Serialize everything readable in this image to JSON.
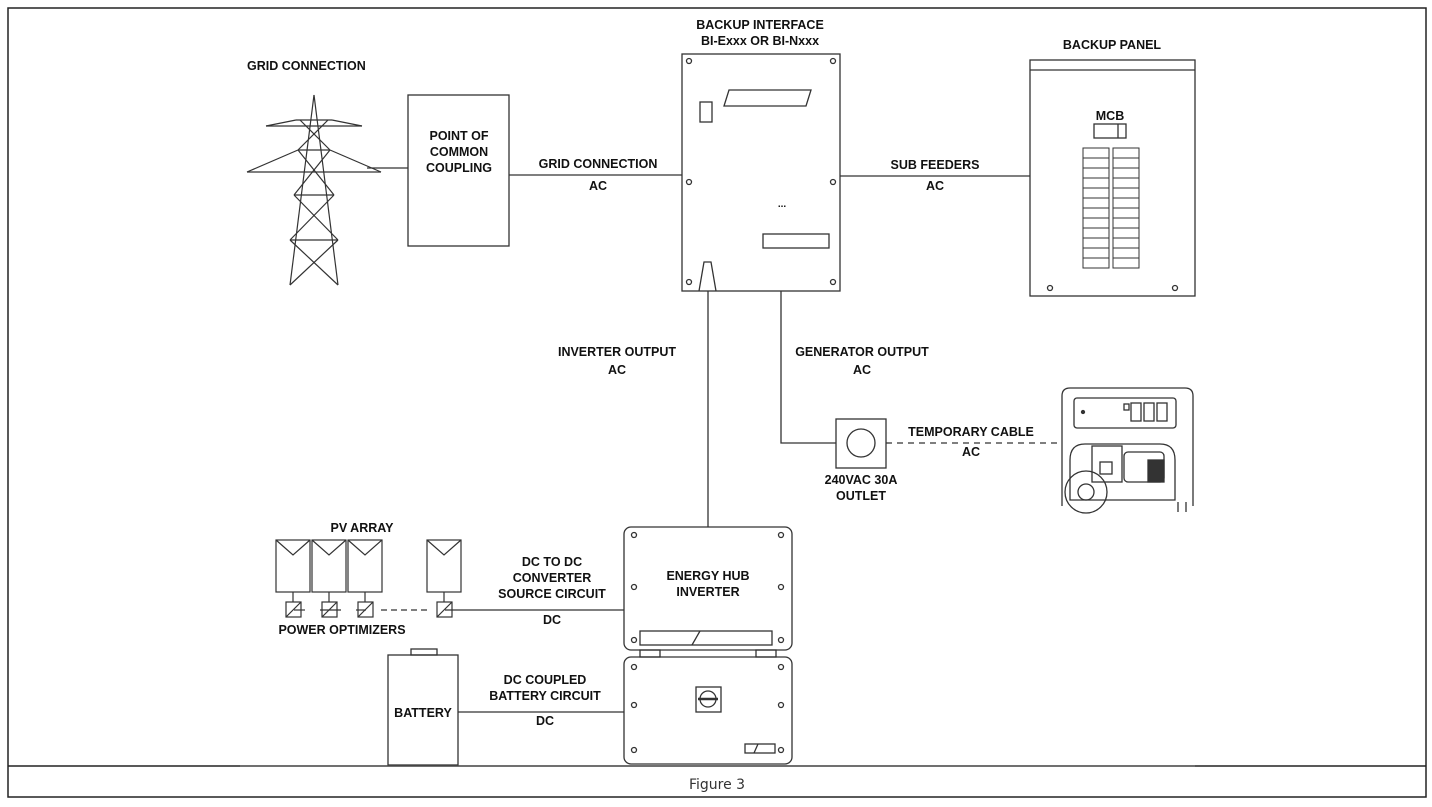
{
  "labels": {
    "grid_connection_title": "GRID CONNECTION",
    "pcc_line1": "POINT OF",
    "pcc_line2": "COMMON",
    "pcc_line3": "COUPLING",
    "grid_ac_line1": "GRID CONNECTION",
    "grid_ac_line2": "AC",
    "backup_interface_line1": "BACKUP INTERFACE",
    "backup_interface_line2": "BI-Exxx OR BI-Nxxx",
    "backup_panel": "BACKUP PANEL",
    "mcb": "MCB",
    "sub_feeders_line1": "SUB FEEDERS",
    "sub_feeders_line2": "AC",
    "inverter_output_line1": "INVERTER OUTPUT",
    "inverter_output_line2": "AC",
    "generator_output_line1": "GENERATOR OUTPUT",
    "generator_output_line2": "AC",
    "temporary_cable_line1": "TEMPORARY CABLE",
    "temporary_cable_line2": "AC",
    "outlet_line1": "240VAC 30A",
    "outlet_line2": "OUTLET",
    "pv_array": "PV ARRAY",
    "dc_conv_line1": "DC TO DC",
    "dc_conv_line2": "CONVERTER",
    "dc_conv_line3": "SOURCE CIRCUIT",
    "dc_conv_line4": "DC",
    "power_optimizers": "POWER OPTIMIZERS",
    "energy_hub_line1": "ENERGY HUB",
    "energy_hub_line2": "INVERTER",
    "battery": "BATTERY",
    "battery_circuit_line1": "DC COUPLED",
    "battery_circuit_line2": "BATTERY CIRCUIT",
    "battery_circuit_line3": "DC"
  },
  "caption": "Figure 3"
}
